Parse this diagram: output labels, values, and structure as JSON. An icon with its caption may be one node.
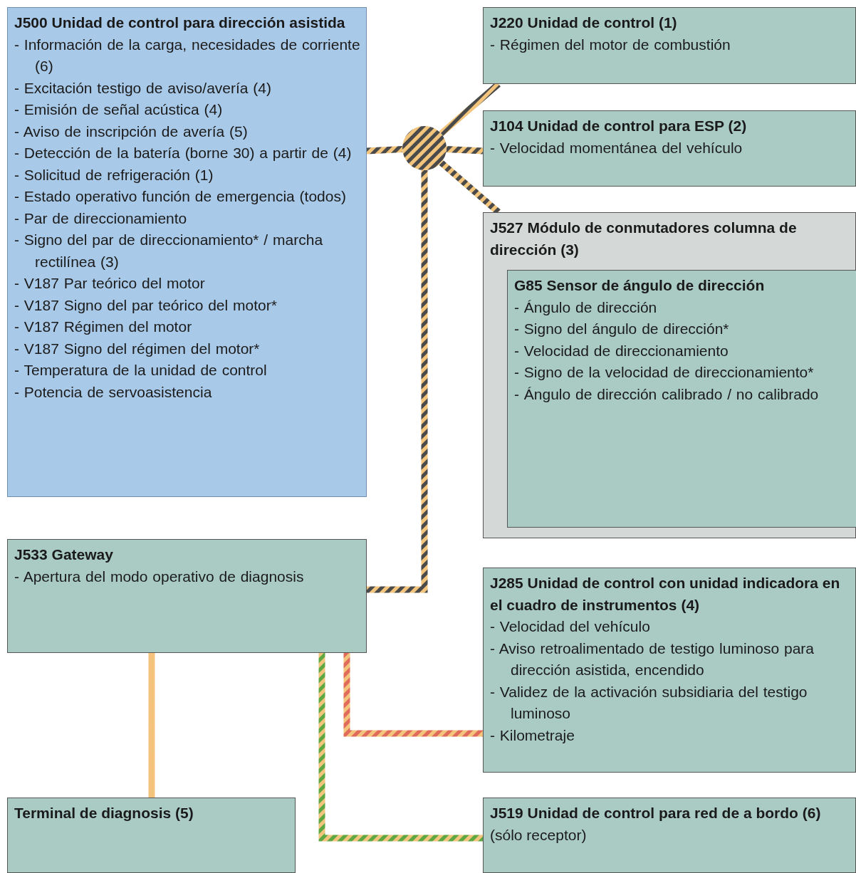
{
  "diagram": {
    "nodes": [
      {
        "text": [
          "J500 Unidad de control para dirección asistida",
          "- Información de la carga, necesidades de corriente (6)",
          "- Excitación testigo de aviso/avería (4)",
          "- Emisión de señal acústica (4)",
          "- Aviso de inscripción de avería (5)",
          "- Detección de la batería (borne 30) a partir de (4)",
          "- Solicitud de refrigeración (1)",
          "- Estado operativo función de emergencia (todos)",
          "- Par de direccionamiento",
          "- Signo del par de direccionamiento* / marcha rectilínea (3)",
          "- V187 Par teórico del motor",
          "- V187 Signo del par teórico del motor*",
          "- V187 Régimen del motor",
          "- V187 Signo del régimen del motor*",
          "- Temperatura de la unidad de control",
          "- Potencia de servoasistencia"
        ]
      },
      {
        "text": [
          "J220 Unidad de control (1)",
          "- Régimen del motor de combustión"
        ]
      },
      {
        "text": [
          "J104 Unidad de control para ESP (2)",
          "- Velocidad momentánea del vehículo"
        ]
      },
      {
        "text": [
          "J527 Módulo de conmutadores columna de dirección (3)"
        ]
      },
      {
        "text": [
          "G85 Sensor de ángulo de dirección",
          "- Ángulo de dirección",
          "- Signo del ángulo de dirección*",
          "- Velocidad de direccionamiento",
          "- Signo de la velocidad de direccionamiento*",
          "- Ángulo de dirección calibrado / no calibrado"
        ],
        "in": 3
      },
      {
        "text": [
          "J533 Gateway",
          "- Apertura del modo operativo de diagnosis"
        ]
      },
      {
        "text": [
          "J285 Unidad de control con unidad indicadora en el cuadro de instrumentos (4)",
          "- Velocidad del vehículo",
          "- Aviso retroalimentado de testigo luminoso para dirección asistida, encendido",
          "- Validez de la activación subsidiaria del testigo luminoso",
          "- Kilometraje"
        ]
      },
      {
        "text": [
          "Terminal de diagnosis (5)"
        ]
      },
      {
        "text": [
          "J519 Unidad de control para red de a bordo (6)",
          "(sólo receptor)"
        ]
      },
      {
        "text": [],
        "shape": "circle"
      }
    ],
    "edges": [
      {
        "from": 0,
        "to": 9,
        "arrow": "none"
      },
      {
        "from": 9,
        "to": 1,
        "arrow": "none"
      },
      {
        "from": 9,
        "to": 2,
        "arrow": "none"
      },
      {
        "from": 9,
        "to": 3,
        "arrow": "none"
      },
      {
        "from": 9,
        "to": 5,
        "arrow": "none"
      },
      {
        "from": 5,
        "to": 6,
        "arrow": "none",
        "color": "#e06b5a"
      },
      {
        "from": 5,
        "to": 8,
        "arrow": "none",
        "color": "#5da843"
      },
      {
        "from": 5,
        "to": 7,
        "arrow": "none",
        "color": "#f6c27e"
      }
    ]
  }
}
